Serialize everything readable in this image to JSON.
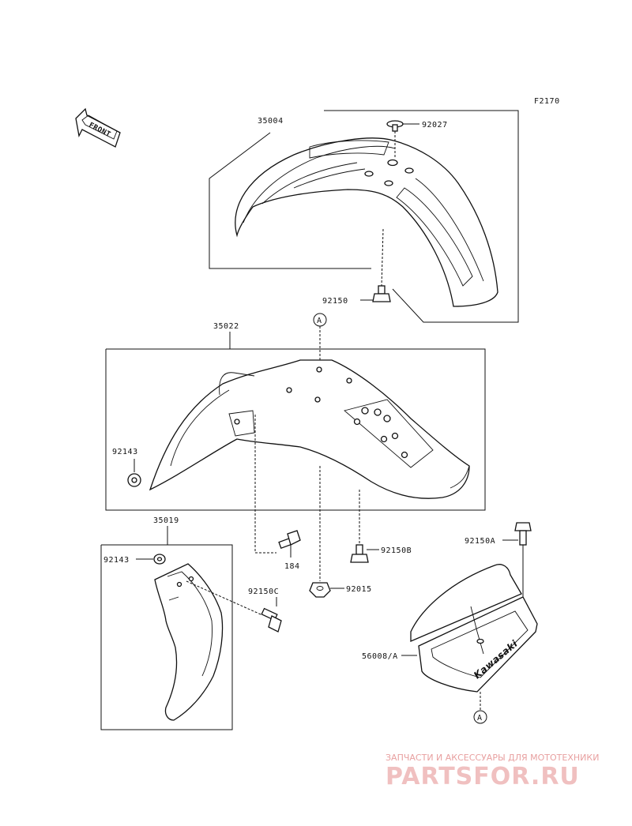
{
  "diagram_code": "F2170",
  "front_label": "FRONT",
  "callout": "A",
  "parts": {
    "p35004": "35004",
    "p92027": "92027",
    "p92150": "92150",
    "p35022": "35022",
    "p92143a": "92143",
    "p35019": "35019",
    "p92143b": "92143",
    "p184": "184",
    "p92150b": "92150B",
    "p92015": "92015",
    "p92150c": "92150C",
    "p92150a": "92150A",
    "p56008": "56008/A"
  },
  "box_brand": "Kawasaki",
  "watermark": {
    "line1": "ЗАПЧАСТИ И АКСЕССУАРЫ ДЛЯ МОТОТЕХНИКИ",
    "line2": "PARTSFOR.RU"
  }
}
